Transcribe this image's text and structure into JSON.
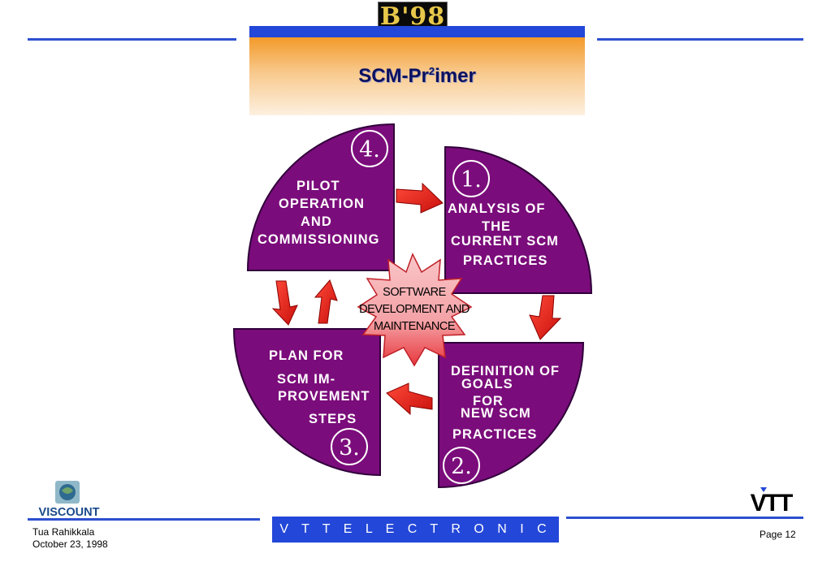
{
  "header": {
    "logo_text": "B'98",
    "title_main": "SCM-Pr",
    "title_sup": "2",
    "title_end": "imer"
  },
  "diagram": {
    "center": [
      "SOFTWARE",
      "DEVELOPMENT AND",
      "MAINTENANCE"
    ],
    "steps": [
      {
        "number": "1.",
        "lines": [
          "ANALYSIS OF",
          "THE",
          "CURRENT SCM",
          "PRACTICES"
        ]
      },
      {
        "number": "2.",
        "lines": [
          "DEFINITION OF",
          "GOALS",
          "FOR",
          "NEW SCM",
          "PRACTICES"
        ]
      },
      {
        "number": "3.",
        "lines": [
          "PLAN FOR",
          "SCM IM-",
          "PROVEMENT",
          "STEPS"
        ]
      },
      {
        "number": "4.",
        "lines": [
          "PILOT",
          "OPERATION",
          "AND",
          "COMMISSIONING"
        ]
      }
    ],
    "colors": {
      "quadrant": "#7b0c7b",
      "arrow": "#e8201c",
      "star": "#f7b2b6",
      "header_band": "#2347d8"
    }
  },
  "footer": {
    "viscount_logo": "VISCOUNT",
    "center_text": "V T T   E L E C T R O N I C S",
    "author": "Tua Rahikkala",
    "date": "October 23, 1998",
    "page": "Page 12",
    "vtt_logo": "VTT"
  }
}
